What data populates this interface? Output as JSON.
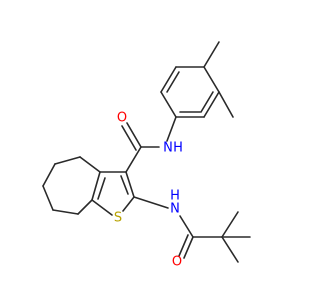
{
  "atoms": {
    "oxygen_amide": "O",
    "nitrogen_amide": "N",
    "hydrogen_amide": "H",
    "nitrogen_pivaloyl": "N",
    "hydrogen_pivaloyl": "H",
    "oxygen_pivaloyl": "O",
    "sulfur": "S"
  },
  "colors": {
    "bond": "#2a2a2a",
    "oxygen": "#ff0000",
    "nitrogen": "#0000ff",
    "sulfur": "#b8a200"
  }
}
